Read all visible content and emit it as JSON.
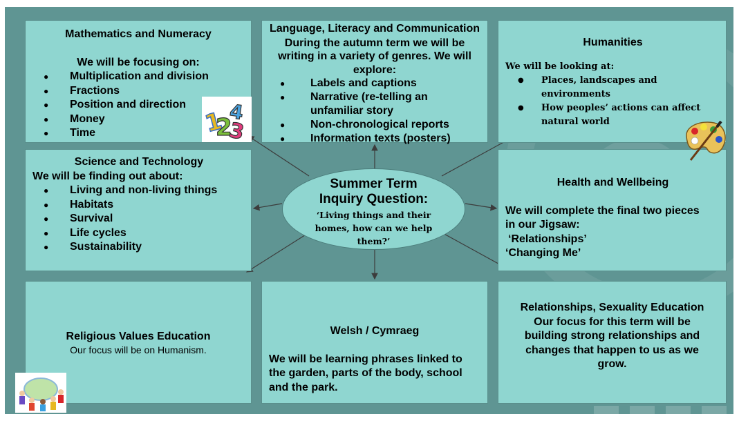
{
  "center": {
    "title_line1": "Summer Term",
    "title_line2": "Inquiry Question:",
    "question_line1": "‘Living things and their",
    "question_line2": "homes, how can we help",
    "question_line3": "them?’"
  },
  "math": {
    "title": "Mathematics and Numeracy",
    "intro": "We will be focusing on:",
    "items": [
      "Multiplication and  division",
      "Fractions",
      "Position and direction",
      "Money",
      "Time"
    ],
    "clip_text": "1234"
  },
  "language": {
    "title": "Language, Literacy and Communication",
    "lead_line1": "During the autumn term we will be",
    "lead_line2": "writing in a variety of genres. We will",
    "lead_line3": "explore:",
    "items": [
      "Labels and captions",
      "Narrative (re-telling an unfamiliar story",
      "Non-chronological reports",
      "Information texts (posters)"
    ]
  },
  "humanities": {
    "title": "Humanities",
    "intro": "We will be looking at:",
    "items": [
      "Places, landscapes and environments",
      "How peoples’ actions can affect natural world"
    ]
  },
  "science": {
    "title": "Science and Technology",
    "intro": "We will be finding out about:",
    "items": [
      "Living and non-living things",
      "Habitats",
      "Survival",
      "Life cycles",
      "Sustainability"
    ]
  },
  "health": {
    "title": "Health and Wellbeing",
    "line1": "We will complete the final two pieces",
    "line2": "in our Jigsaw:",
    "line3": "‘Relationships’",
    "line4": "‘Changing Me’"
  },
  "rve": {
    "title": "Religious Values Education",
    "sub": "Our focus will be on Humanism."
  },
  "welsh": {
    "title": "Welsh / Cymraeg",
    "body_line1": "We will be learning phrases linked to",
    "body_line2": "the garden, parts of the body, school",
    "body_line3": "and the park."
  },
  "rse": {
    "title_line1": "Relationships, Sexuality Education",
    "title_line2": "Our focus for this term will be",
    "title_line3": "building strong relationships and",
    "title_line4": "changes that happen to us as we",
    "title_line5": "grow."
  },
  "colors": {
    "background": "#5f9593",
    "box": "#8fd6d0",
    "arrow": "#3c3c3c"
  }
}
